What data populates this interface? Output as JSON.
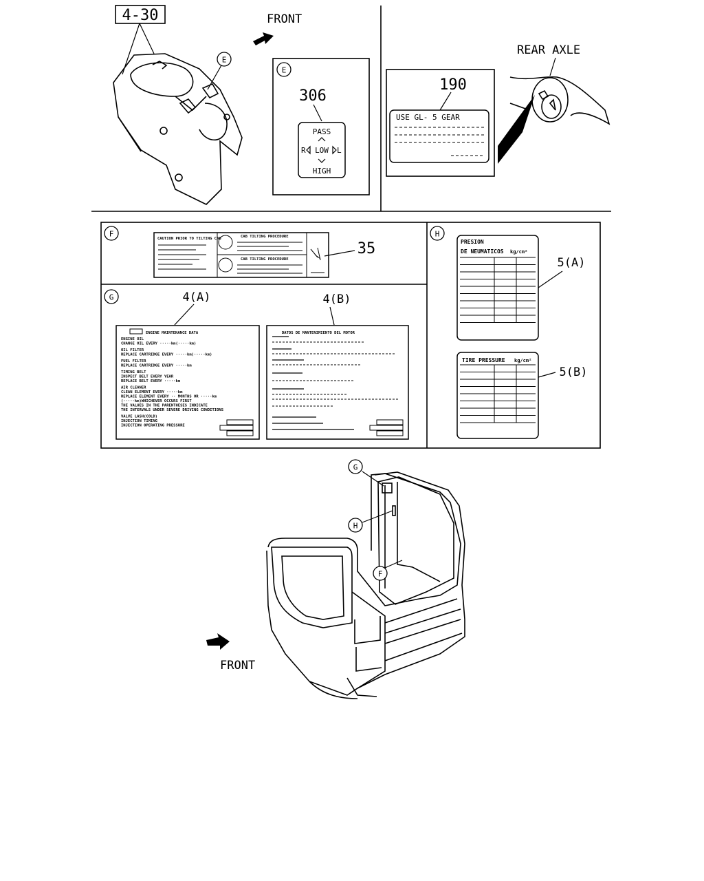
{
  "top": {
    "ref_box": "4-30",
    "front_label_top": "FRONT",
    "callout_e_outer": "E",
    "panel_e": {
      "callout": "E",
      "part_no": "306",
      "label": {
        "pass": "PASS",
        "low": "LOW",
        "high": "HIGH",
        "r": "R",
        "l": "L"
      }
    },
    "rear_axle_label": "REAR AXLE",
    "gear_label": {
      "part_no": "190",
      "text": "USE GL- 5 GEAR"
    }
  },
  "mid": {
    "panel_f": {
      "callout": "F",
      "part_no": "35",
      "title_left": "CAUTION PRIOR TO TILTING CAB",
      "title_r1": "CAB TILTING PROCEDURE",
      "title_r2": "CAB TILTING PROCEDURE"
    },
    "panel_g": {
      "callout": "G",
      "part_4a": "4(A)",
      "part_4b": "4(B)",
      "eng_title": "ENGINE MAINTENANCE DATA",
      "eng_lines": [
        "ENGINE OIL",
        "CHANGE OIL EVERY ·····km(·····km)",
        "OIL FILTER",
        "REPLACE CARTRIDGE EVERY ·····km(·····km)",
        "FUEL FILTER",
        "REPLACE CARTRIDGE EVERY ·····km",
        "TIMING BELT",
        "INSPECT BELT EVERY YEAR",
        "REPLACE BELT EVERY ·····km",
        "AIR CLEANER",
        "CLEAN ELEMENT EVERY ·····km",
        "REPLACE ELEMENT EVERY ·· MONTHS OR ·····km",
        "(·····km)WHICHEVER OCCURS FIRST",
        "THE VALUES IN THE PARENTHESES INDICATE",
        "THE INTERVALS UNDER SEVERE DRIVING CONDITIONS",
        "VALVE LASH(COLD)",
        "INJECTION TIMING",
        "INJECTION OPERATING PRESSURE"
      ],
      "spa_title": "DATOS DE MANTENIMIENTO DEL MOTOR"
    },
    "panel_h": {
      "callout": "H",
      "part_5a": "5(A)",
      "part_5b": "5(B)",
      "label_a": [
        "PRESION",
        "DE NEUMATICOS",
        "kg/cm²"
      ],
      "label_b": [
        "TIRE PRESSURE",
        "kg/cm²"
      ]
    }
  },
  "bottom": {
    "callouts": [
      "G",
      "H",
      "F"
    ],
    "front_label": "FRONT"
  }
}
